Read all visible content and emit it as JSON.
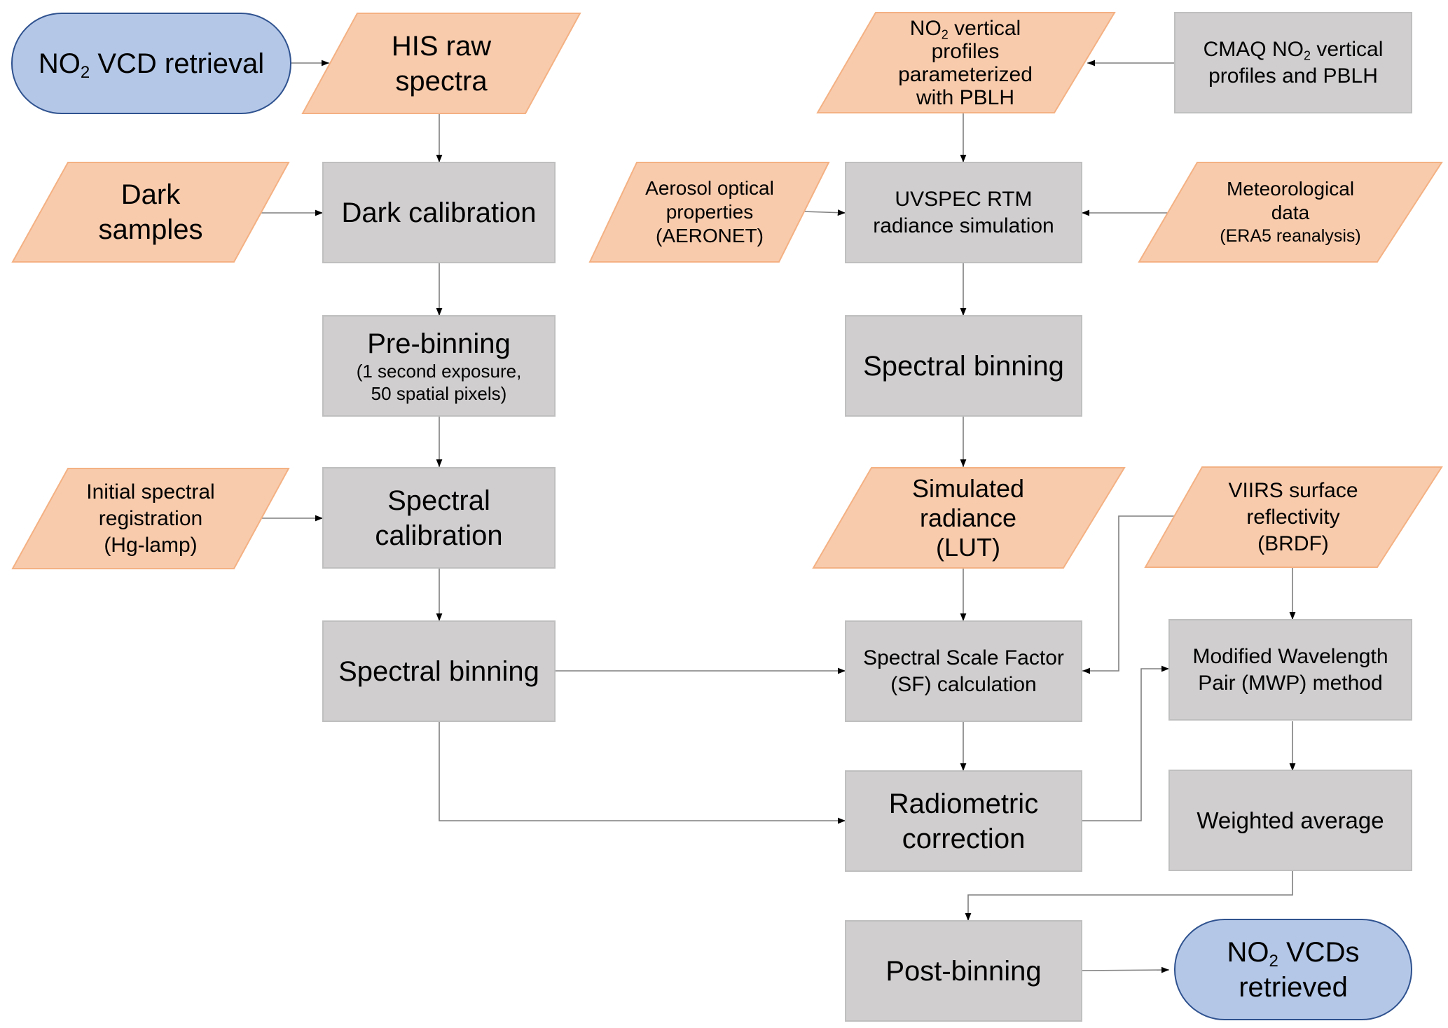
{
  "title": "NO2 VCD retrieval flowchart",
  "colors": {
    "terminal_fill": "#b4c7e7",
    "terminal_stroke": "#2f528f",
    "input_fill": "#f8cbad",
    "input_stroke": "#f4b183",
    "process_fill": "#d0cece",
    "process_stroke": "#bfbfbf",
    "connector": "#7f7f7f",
    "text": "#000000"
  },
  "nodes": {
    "start": {
      "type": "terminal",
      "pre": "NO",
      "sub": "2",
      "post": " VCD retrieval"
    },
    "his_raw": {
      "type": "input",
      "line1": "HIS raw",
      "line2": "spectra"
    },
    "dark_samples": {
      "type": "input",
      "line1": "Dark",
      "line2": "samples"
    },
    "dark_calibration": {
      "type": "process",
      "line1": "Dark calibration"
    },
    "pre_binning": {
      "type": "process",
      "line1": "Pre-binning",
      "line2": "(1 second exposure,",
      "line3": "50 spatial pixels)"
    },
    "initial_spectral": {
      "type": "input",
      "line1": "Initial spectral",
      "line2": "registration",
      "line3": "(Hg-lamp)"
    },
    "spectral_calibration": {
      "type": "process",
      "line1": "Spectral",
      "line2": "calibration"
    },
    "spectral_binning_left": {
      "type": "process",
      "line1": "Spectral binning"
    },
    "no2_profiles": {
      "type": "input",
      "pre": "NO",
      "sub": "2",
      "post": " vertical",
      "line2": "profiles",
      "line3": "parameterized",
      "line4": "with PBLH"
    },
    "cmaq": {
      "type": "process",
      "pre": "CMAQ NO",
      "sub": "2",
      "post": " vertical",
      "line2": "profiles and PBLH"
    },
    "aerosol": {
      "type": "input",
      "line1": "Aerosol optical",
      "line2": "properties",
      "line3": "(AERONET)"
    },
    "uvspec": {
      "type": "process",
      "line1": "UVSPEC RTM",
      "line2": "radiance simulation"
    },
    "meteorological": {
      "type": "input",
      "line1": "Meteorological",
      "line2": "data",
      "line3": "(ERA5 reanalysis)"
    },
    "spectral_binning_right": {
      "type": "process",
      "line1": "Spectral binning"
    },
    "simulated_radiance": {
      "type": "input",
      "line1": "Simulated",
      "line2": "radiance",
      "line3": "(LUT)"
    },
    "viirs": {
      "type": "input",
      "line1": "VIIRS surface",
      "line2": "reflectivity",
      "line3": "(BRDF)"
    },
    "sf_calc": {
      "type": "process",
      "line1": "Spectral Scale Factor",
      "line2": "(SF) calculation"
    },
    "mwp": {
      "type": "process",
      "line1": "Modified Wavelength",
      "line2": "Pair (MWP) method"
    },
    "radiometric": {
      "type": "process",
      "line1": "Radiometric",
      "line2": "correction"
    },
    "weighted_average": {
      "type": "process",
      "line1": "Weighted average"
    },
    "post_binning": {
      "type": "process",
      "line1": "Post-binning"
    },
    "end": {
      "type": "terminal",
      "pre": "NO",
      "sub": "2",
      "post": " VCDs",
      "line2": "retrieved"
    }
  },
  "edges": [
    [
      "start",
      "his_raw"
    ],
    [
      "his_raw",
      "dark_calibration"
    ],
    [
      "dark_samples",
      "dark_calibration"
    ],
    [
      "dark_calibration",
      "pre_binning"
    ],
    [
      "pre_binning",
      "spectral_calibration"
    ],
    [
      "initial_spectral",
      "spectral_calibration"
    ],
    [
      "spectral_calibration",
      "spectral_binning_left"
    ],
    [
      "spectral_binning_left",
      "sf_calc"
    ],
    [
      "spectral_binning_left",
      "radiometric"
    ],
    [
      "cmaq",
      "no2_profiles"
    ],
    [
      "no2_profiles",
      "uvspec"
    ],
    [
      "aerosol",
      "uvspec"
    ],
    [
      "meteorological",
      "uvspec"
    ],
    [
      "uvspec",
      "spectral_binning_right"
    ],
    [
      "spectral_binning_right",
      "simulated_radiance"
    ],
    [
      "simulated_radiance",
      "sf_calc"
    ],
    [
      "viirs",
      "sf_calc"
    ],
    [
      "viirs",
      "mwp"
    ],
    [
      "sf_calc",
      "radiometric"
    ],
    [
      "radiometric",
      "mwp"
    ],
    [
      "mwp",
      "weighted_average"
    ],
    [
      "weighted_average",
      "post_binning"
    ],
    [
      "post_binning",
      "end"
    ]
  ]
}
